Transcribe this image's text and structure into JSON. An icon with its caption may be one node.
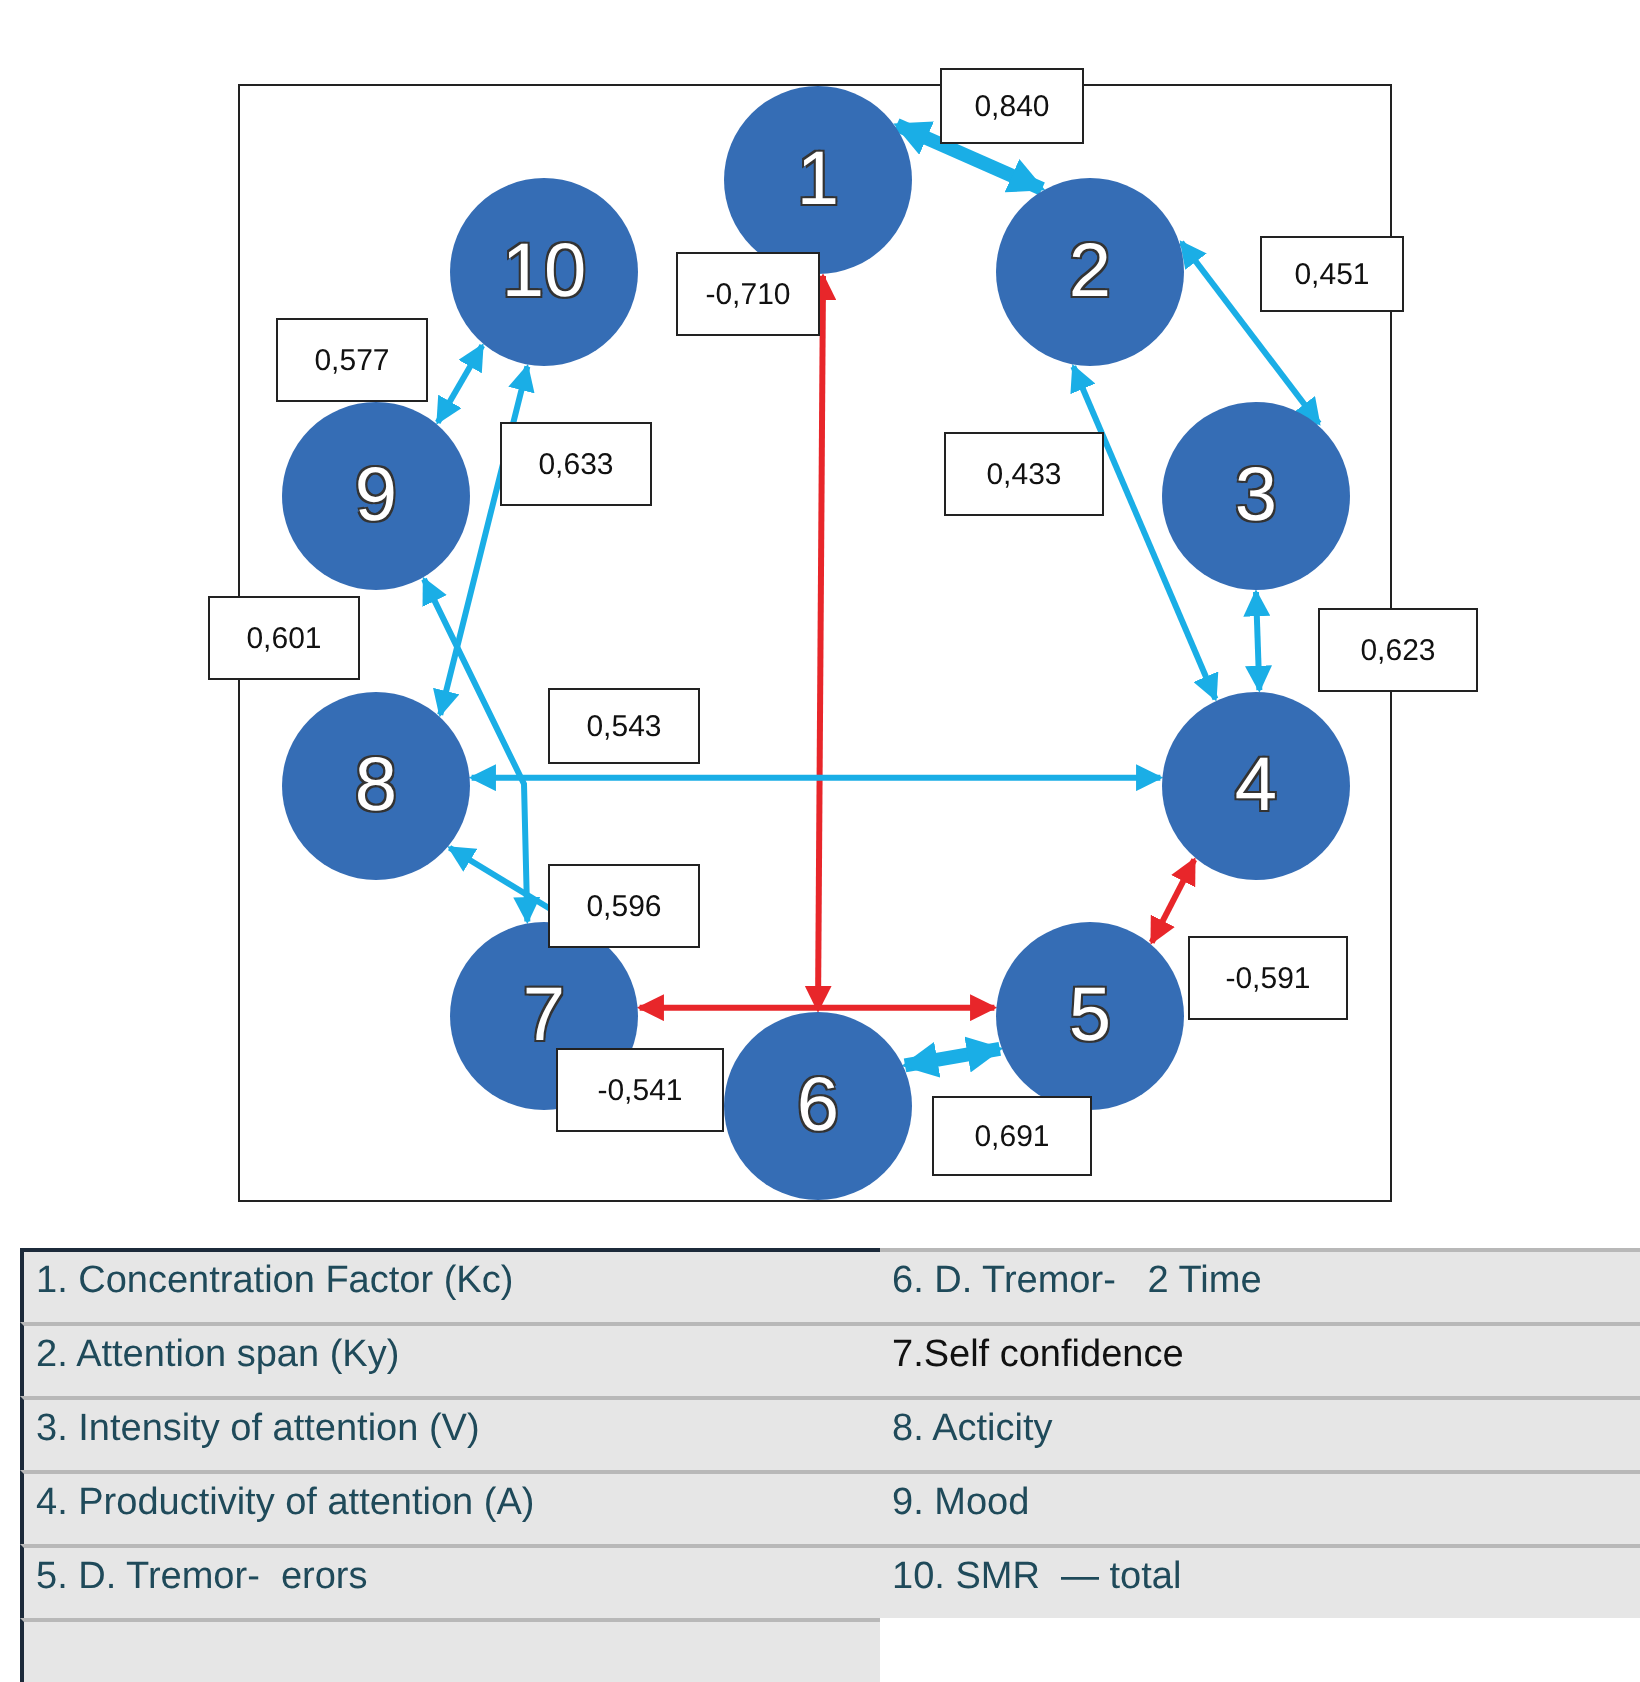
{
  "diagram": {
    "nodes": [
      {
        "text": [
          "1"
        ]
      },
      {
        "text": [
          "2"
        ]
      },
      {
        "text": [
          "3"
        ]
      },
      {
        "text": [
          "4"
        ]
      },
      {
        "text": [
          "5"
        ]
      },
      {
        "text": [
          "6"
        ]
      },
      {
        "text": [
          "7"
        ]
      },
      {
        "text": [
          "8"
        ]
      },
      {
        "text": [
          "9"
        ]
      },
      {
        "text": [
          "10"
        ]
      }
    ],
    "edges": [
      {
        "from": 0,
        "to": 1,
        "arrow": "both",
        "style": "thick",
        "label": "0,840"
      },
      {
        "from": 1,
        "to": 2,
        "arrow": "both",
        "label": "0,451"
      },
      {
        "from": 2,
        "to": 3,
        "arrow": "both",
        "label": "0,623"
      },
      {
        "from": 1,
        "to": 3,
        "arrow": "both",
        "label": "0,433"
      },
      {
        "from": 3,
        "to": 4,
        "arrow": "both",
        "color": "#e8262a",
        "label": "-0,591"
      },
      {
        "from": 4,
        "to": 5,
        "arrow": "both",
        "style": "thick",
        "label": "0,691"
      },
      {
        "from": 0,
        "to": 5,
        "arrow": "both",
        "color": "#e8262a",
        "label": "-0,710"
      },
      {
        "from": 6,
        "to": 4,
        "arrow": "both",
        "color": "#e8262a",
        "label": "-0,541"
      },
      {
        "from": 7,
        "to": 3,
        "arrow": "both",
        "label": "0,543"
      },
      {
        "from": 7,
        "to": 6,
        "arrow": "both",
        "label": "0,596"
      },
      {
        "from": 8,
        "to": 6,
        "arrow": "both",
        "label": "0,601"
      },
      {
        "from": 9,
        "to": 7,
        "arrow": "both",
        "label": "0,633"
      },
      {
        "from": 8,
        "to": 9,
        "arrow": "both",
        "label": "0,577"
      }
    ],
    "labels": [
      "1. Concentration Factor (Kc)",
      "6. D. Tremor-   2 Time",
      "2. Attention span (Ky)",
      "7.Self confidence",
      "3. Intensity of attention (V)",
      "8. Acticity",
      "4. Productivity of attention (A)",
      "9. Mood",
      "5. D. Tremor-  erors",
      "10. SMR  — total"
    ]
  }
}
